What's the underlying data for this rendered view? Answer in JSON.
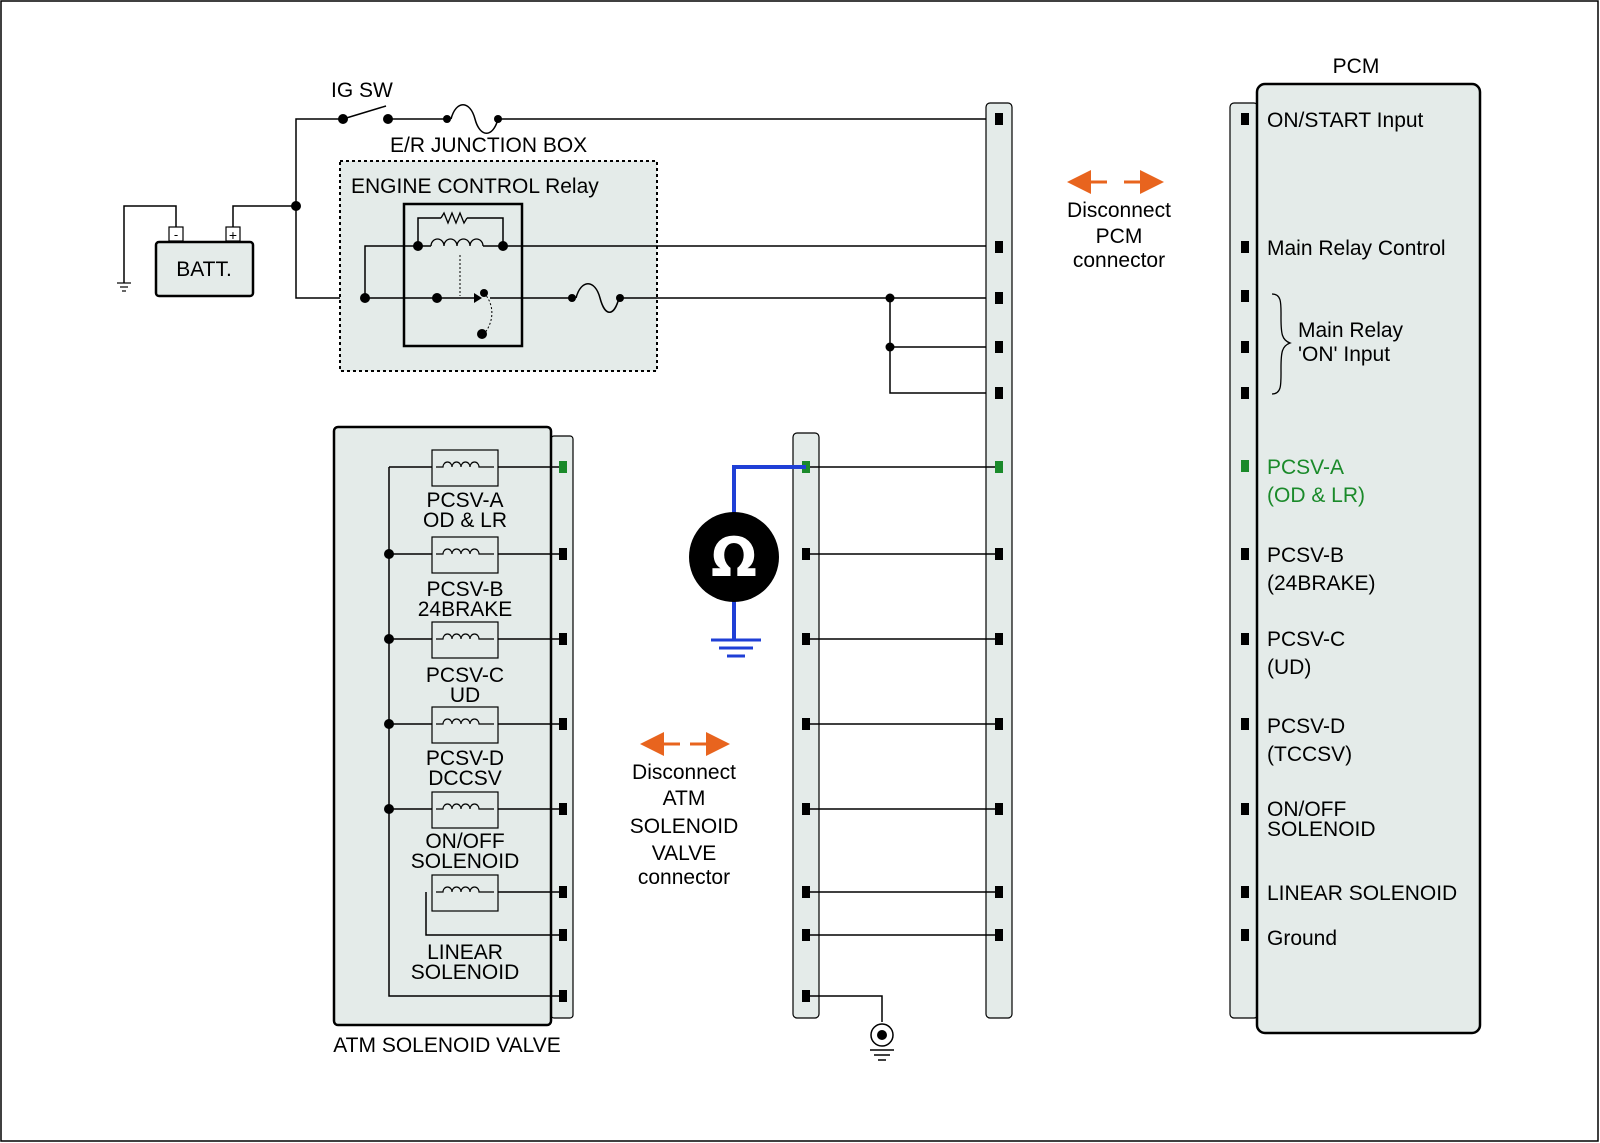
{
  "labels": {
    "ig_sw": "IG SW",
    "junction_box": "E/R JUNCTION BOX",
    "relay": "ENGINE CONTROL Relay",
    "battery": "BATT.",
    "batt_minus": "-",
    "batt_plus": "+",
    "pcm": "PCM",
    "atm_valve": "ATM SOLENOID VALVE"
  },
  "disconnect_pcm": {
    "line1": "Disconnect",
    "line2": "PCM",
    "line3": "connector"
  },
  "disconnect_atm": {
    "line1": "Disconnect",
    "line2": "ATM",
    "line3": "SOLENOID",
    "line4": "VALVE",
    "line5": "connector"
  },
  "pcm_pins": {
    "on_start": "ON/START Input",
    "main_relay_control": "Main Relay Control",
    "main_relay_on_1": "Main Relay",
    "main_relay_on_2": "'ON' Input",
    "pcsv_a_1": "PCSV-A",
    "pcsv_a_2": "(OD & LR)",
    "pcsv_b_1": "PCSV-B",
    "pcsv_b_2": "(24BRAKE)",
    "pcsv_c_1": "PCSV-C",
    "pcsv_c_2": "(UD)",
    "pcsv_d_1": "PCSV-D",
    "pcsv_d_2": "(TCCSV)",
    "onoff_1": "ON/OFF",
    "onoff_2": "SOLENOID",
    "linear": "LINEAR SOLENOID",
    "ground": "Ground"
  },
  "solenoids": {
    "a_1": "PCSV-A",
    "a_2": "OD & LR",
    "b_1": "PCSV-B",
    "b_2": "24BRAKE",
    "c_1": "PCSV-C",
    "c_2": "UD",
    "d_1": "PCSV-D",
    "d_2": "DCCSV",
    "e_1": "ON/OFF",
    "e_2": "SOLENOID",
    "f_1": "LINEAR",
    "f_2": "SOLENOID"
  },
  "meter": {
    "symbol": "Ω"
  },
  "colors": {
    "highlight": "#1a8a2a",
    "probe": "#1f3fd6",
    "arrow": "#e8641e"
  }
}
